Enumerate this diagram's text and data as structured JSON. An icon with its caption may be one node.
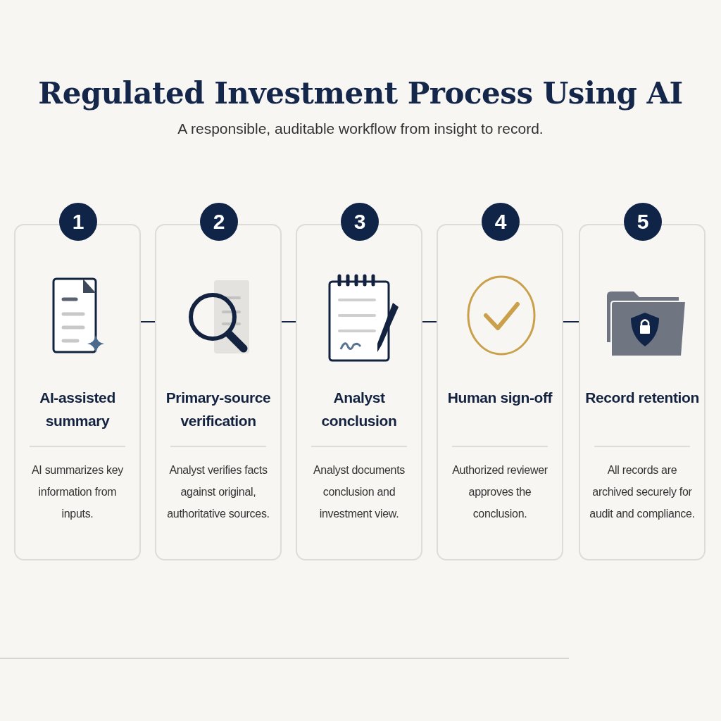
{
  "diagram": {
    "title": "Regulated Investment Process Using AI",
    "caption": "A responsible, auditable workflow from insight to record.",
    "nodes": [
      {
        "text": [
          "1",
          "AI-assisted summary",
          "AI summarizes key information from inputs."
        ]
      },
      {
        "text": [
          "2",
          "Primary-source verification",
          "Analyst verifies facts against original, authoritative sources."
        ]
      },
      {
        "text": [
          "3",
          "Analyst conclusion",
          "Analyst documents conclusion and investment view."
        ]
      },
      {
        "text": [
          "4",
          "Human sign-off",
          "Authorized reviewer approves the conclusion."
        ]
      },
      {
        "text": [
          "5",
          "Record retention",
          "All records are archived securely for audit and compliance."
        ]
      }
    ],
    "edges": [
      {
        "from": 0,
        "to": 1,
        "arrow": "none"
      },
      {
        "from": 1,
        "to": 2,
        "arrow": "none"
      },
      {
        "from": 2,
        "to": 3,
        "arrow": "none"
      },
      {
        "from": 3,
        "to": 4,
        "arrow": "none"
      }
    ]
  }
}
